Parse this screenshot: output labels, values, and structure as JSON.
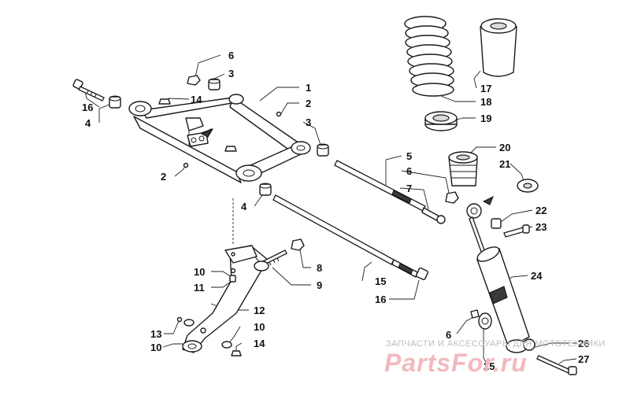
{
  "diagram": {
    "callouts": [
      "1",
      "2",
      "2",
      "3",
      "3",
      "4",
      "4",
      "5",
      "6",
      "6",
      "6",
      "7",
      "8",
      "9",
      "10",
      "10",
      "10",
      "11",
      "12",
      "13",
      "14",
      "14",
      "15",
      "16",
      "16",
      "17",
      "18",
      "19",
      "20",
      "21",
      "22",
      "23",
      "24",
      "25",
      "26",
      "27"
    ]
  },
  "watermark": {
    "tagline": "ЗАПЧАСТИ И АКСЕССУАРЫ ДЛЯ МОТОТЕХНИКИ",
    "brand": "PartsFor.ru"
  }
}
